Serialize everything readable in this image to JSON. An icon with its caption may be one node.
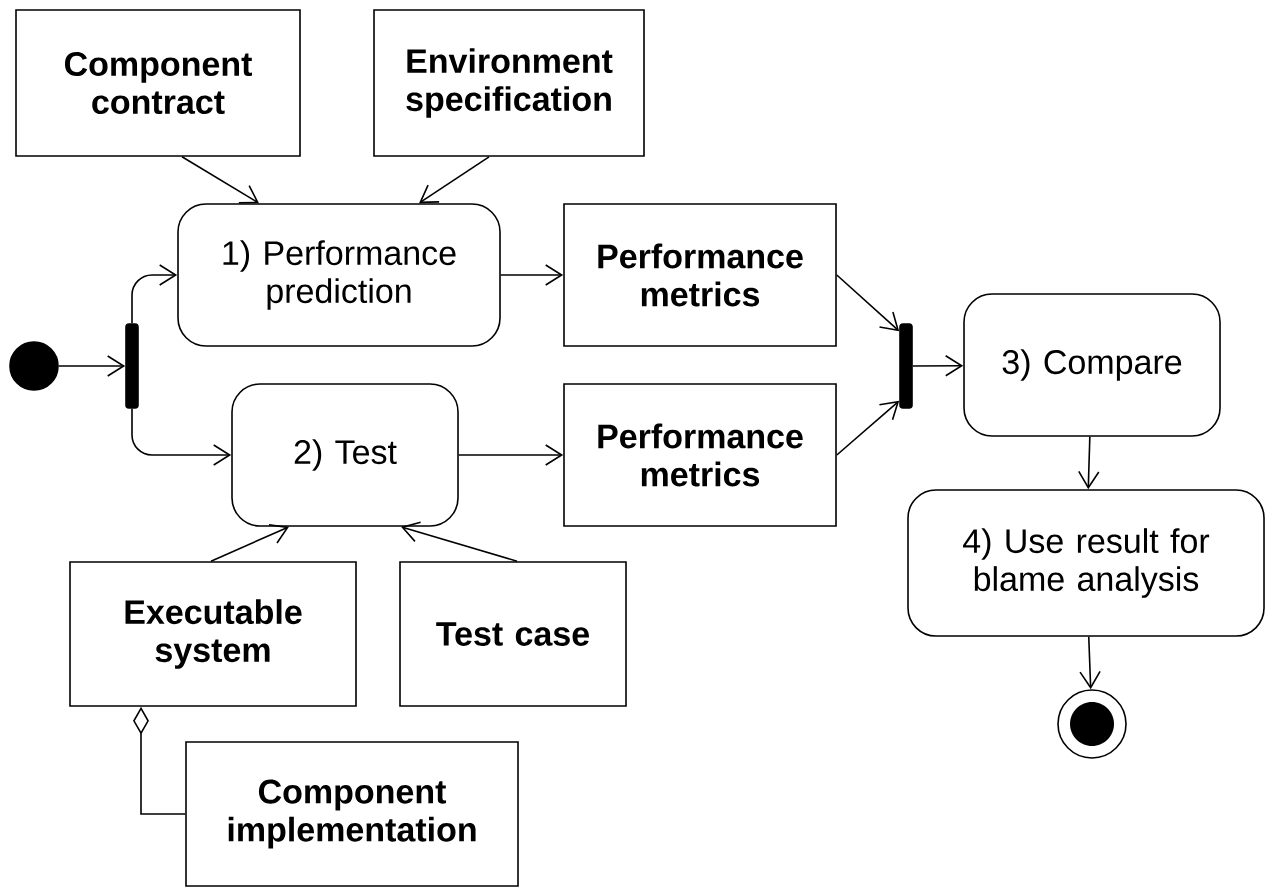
{
  "diagram": {
    "nodes": [
      {
        "text": [
          "Component contract"
        ]
      },
      {
        "text": [
          "Environment specification"
        ]
      },
      {
        "text": [
          "1) Performance prediction"
        ]
      },
      {
        "text": [
          "Performance metrics"
        ]
      },
      {
        "text": [],
        "shape": "circle"
      },
      {
        "text": [],
        "shape": "bar"
      },
      {
        "text": [
          "2) Test"
        ]
      },
      {
        "text": [
          "Performance metrics"
        ]
      },
      {
        "text": [
          "Executable system"
        ]
      },
      {
        "text": [
          "Test case"
        ]
      },
      {
        "text": [
          "Component implementation"
        ]
      },
      {
        "text": [],
        "shape": "bar"
      },
      {
        "text": [
          "3) Compare"
        ]
      },
      {
        "text": [
          "4) Use result for blame analysis"
        ]
      },
      {
        "text": [],
        "shape": "bullseye"
      }
    ],
    "edges": [
      {
        "from": 4,
        "to": 5,
        "arrow": "to"
      },
      {
        "from": 5,
        "to": 2,
        "arrow": "to"
      },
      {
        "from": 5,
        "to": 6,
        "arrow": "to"
      },
      {
        "from": 0,
        "to": 2,
        "arrow": "to"
      },
      {
        "from": 1,
        "to": 2,
        "arrow": "to"
      },
      {
        "from": 2,
        "to": 3,
        "arrow": "to"
      },
      {
        "from": 6,
        "to": 7,
        "arrow": "to"
      },
      {
        "from": 8,
        "to": 6,
        "arrow": "to"
      },
      {
        "from": 9,
        "to": 6,
        "arrow": "to"
      },
      {
        "from": 10,
        "to": 8,
        "arrow": "other"
      },
      {
        "from": 3,
        "to": 11,
        "arrow": "to"
      },
      {
        "from": 7,
        "to": 11,
        "arrow": "to"
      },
      {
        "from": 11,
        "to": 12,
        "arrow": "to"
      },
      {
        "from": 12,
        "to": 13,
        "arrow": "to"
      },
      {
        "from": 13,
        "to": 14,
        "arrow": "to"
      }
    ]
  }
}
